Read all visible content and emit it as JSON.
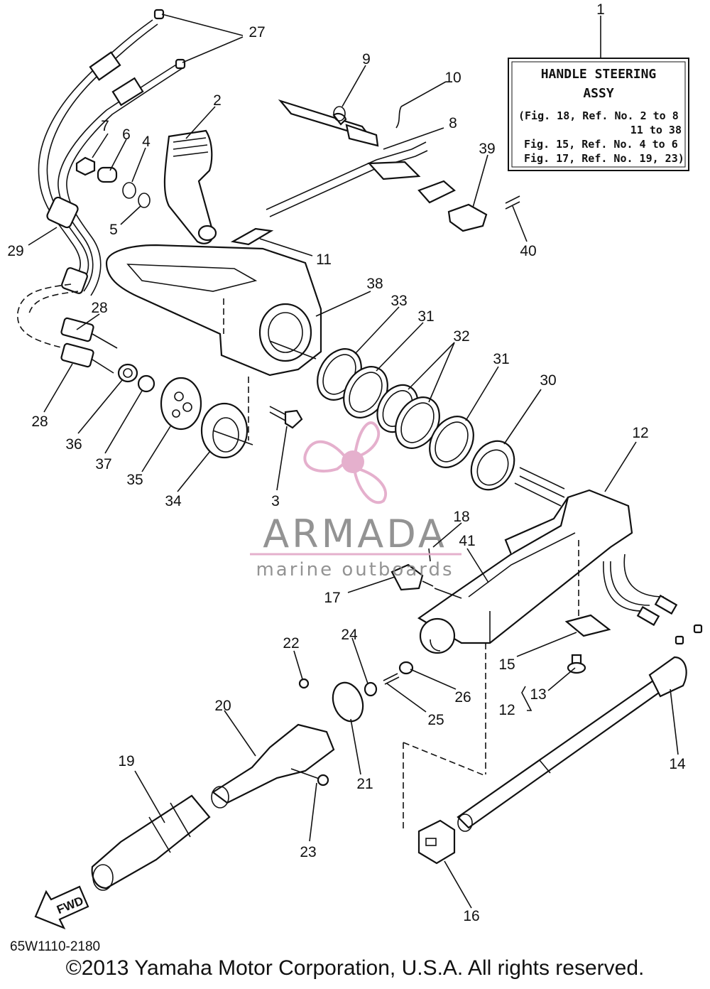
{
  "info_box": {
    "title_line1": "HANDLE STEERING",
    "title_line2": "ASSY",
    "ref_line1": "(Fig. 18, Ref. No. 2 to 8",
    "ref_line2": "11 to 38",
    "ref_line3": "Fig. 15, Ref. No. 4 to 6",
    "ref_line4": "Fig. 17, Ref. No. 19, 23)"
  },
  "callouts": {
    "c1": "1",
    "c2": "2",
    "c3": "3",
    "c4": "4",
    "c5": "5",
    "c6": "6",
    "c7": "7",
    "c8": "8",
    "c9": "9",
    "c10": "10",
    "c11": "11",
    "c12a": "12",
    "c12b": "12",
    "c13": "13",
    "c14": "14",
    "c15": "15",
    "c16": "16",
    "c17": "17",
    "c18": "18",
    "c19": "19",
    "c20": "20",
    "c21": "21",
    "c22": "22",
    "c23": "23",
    "c24": "24",
    "c25": "25",
    "c26": "26",
    "c27": "27",
    "c28a": "28",
    "c28b": "28",
    "c29": "29",
    "c30": "30",
    "c31a": "31",
    "c31b": "31",
    "c32": "32",
    "c33": "33",
    "c34": "34",
    "c35": "35",
    "c36": "36",
    "c37": "37",
    "c38": "38",
    "c39": "39",
    "c40": "40",
    "c41": "41"
  },
  "watermark": {
    "brand": "ARMADA",
    "tagline": "marine outboards",
    "color": "#e3a8c8"
  },
  "fwd_label": "FWD",
  "drawing_code": "65W1110-2180",
  "copyright": "©2013 Yamaha Motor Corporation, U.S.A. All rights reserved."
}
